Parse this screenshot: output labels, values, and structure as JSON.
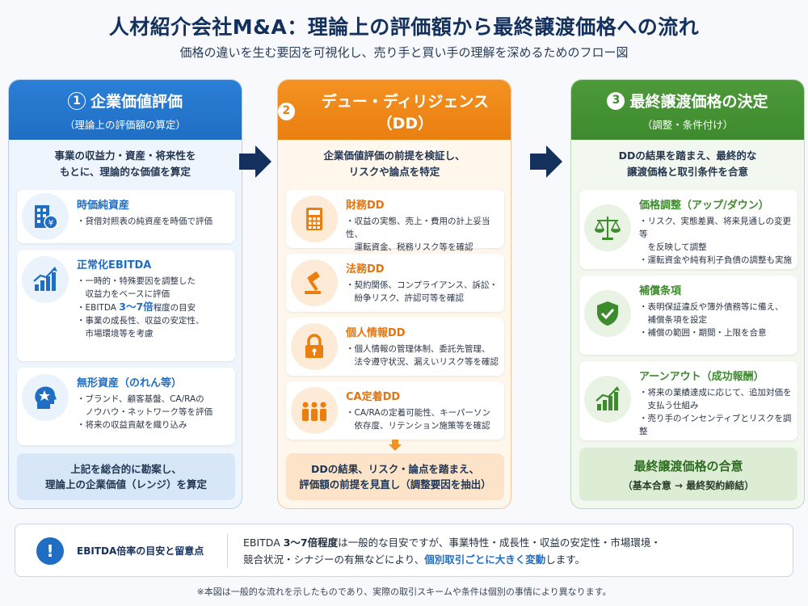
{
  "title": "人材紹介会社M&A：理論上の評価額から最終譲渡価格への流れ",
  "subtitle": "価格の違いを生む要因を可視化し、売り手と買い手の理解を深めるためのフロー図",
  "colors": {
    "blue": "#1f6ec4",
    "orange": "#ea7f10",
    "green": "#3e8a2e",
    "navy": "#14305c"
  },
  "columns": [
    {
      "num": "1",
      "title": "企業価値評価",
      "subtitle": "（理論上の評価額の算定）",
      "desc1": "事業の収益力・資産・将来性を",
      "desc2": "もとに、理論的な価値を算定",
      "cards": [
        {
          "icon": "building-yen-icon",
          "title": "時価純資産",
          "items": [
            "・貸借対照表の純資産を時価で評価"
          ]
        },
        {
          "icon": "growth-chart-icon",
          "title": "正常化EBITDA",
          "items": [
            "・一時的・特殊要因を調整した",
            "　収益力をベースに評価"
          ],
          "ebitda_prefix": "・EBITDA ",
          "ebitda_highlight": "3〜7倍",
          "ebitda_suffix": "程度の目安",
          "items2": [
            "・事業の成長性、収益の安定性、",
            "　市場環境等を考慮"
          ]
        },
        {
          "icon": "head-star-icon",
          "title": "無形資産（のれん等）",
          "items": [
            "・ブランド、顧客基盤、CA/RAの",
            "　ノウハウ・ネットワーク等を評価",
            "・将来の収益貢献を織り込み"
          ]
        }
      ],
      "summary1": "上記を総合的に勘案し、",
      "summary2": "理論上の企業価値（レンジ）を算定"
    },
    {
      "num": "2",
      "title": "デュー・ディリジェンス（DD）",
      "subtitle": "（リスク・実態の検証）",
      "desc1": "企業価値評価の前提を検証し、",
      "desc2": "リスクや論点を特定",
      "cards": [
        {
          "icon": "calculator-icon",
          "title": "財務DD",
          "items": [
            "・収益の実態、売上・費用の計上妥当性、",
            "　運転資金、税務リスク等を確認"
          ]
        },
        {
          "icon": "gavel-icon",
          "title": "法務DD",
          "items": [
            "・契約関係、コンプライアンス、訴訟・",
            "　紛争リスク、許認可等を確認"
          ]
        },
        {
          "icon": "lock-icon",
          "title": "個人情報DD",
          "items": [
            "・個人情報の管理体制、委託先管理、",
            "　法令遵守状況、漏えいリスク等を確認"
          ]
        },
        {
          "icon": "people-icon",
          "title": "CA定着DD",
          "items": [
            "・CA/RAの定着可能性、キーパーソン",
            "　依存度、リテンション施策等を確認"
          ]
        }
      ],
      "summary1": "DDの結果、リスク・論点を踏まえ、",
      "summary2": "評価額の前提を見直し（調整要因を抽出）"
    },
    {
      "num": "3",
      "title": "最終譲渡価格の決定",
      "subtitle": "（調整・条件付け）",
      "desc1": "DDの結果を踏まえ、最終的な",
      "desc2": "譲渡価格と取引条件を合意",
      "cards": [
        {
          "icon": "scale-icon",
          "title": "価格調整（アップ/ダウン）",
          "items": [
            "・リスク、実態差異、将来見通しの変更等",
            "　を反映して調整",
            "・運転資金や純有利子負債の調整も実施"
          ]
        },
        {
          "icon": "shield-check-icon",
          "title": "補償条項",
          "items": [
            "・表明保証違反や簿外債務等に備え、",
            "　補償条項を設定",
            "・補償の範囲・期間・上限を合意"
          ]
        },
        {
          "icon": "growth-chart-icon",
          "title": "アーンアウト（成功報酬）",
          "items": [
            "・将来の業績達成に応じて、追加対価を",
            "　支払う仕組み",
            "・売り手のインセンティブとリスクを調整"
          ]
        }
      ],
      "summary1": "最終譲渡価格の合意",
      "summary2": "（基本合意 → 最終契約締結）"
    }
  ],
  "note": {
    "icon": "exclamation-icon",
    "mark": "!",
    "label": "EBITDA倍率の目安と留意点",
    "line1_a": "EBITDA ",
    "line1_hl": "3〜7倍程度",
    "line1_b": "は一般的な目安ですが、事業特性・成長性・収益の安定性・市場環境・",
    "line2_a": "競合状況・シナジーの有無などにより、",
    "line2_hl": "個別取引ごとに大きく変動",
    "line2_b": "します。"
  },
  "footnote": "※本図は一般的な流れを示したものであり、実際の取引スキームや条件は個別の事情により異なります。"
}
